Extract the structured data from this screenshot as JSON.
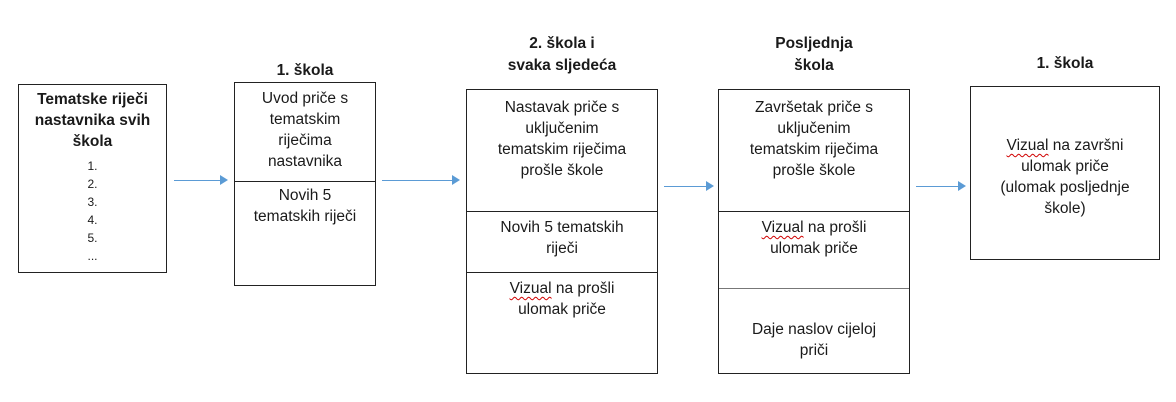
{
  "box1": {
    "title_lines": [
      "Tematske riječi",
      "nastavnika svih",
      "škola"
    ],
    "list": [
      "1.",
      "2.",
      "3.",
      "4.",
      "5.",
      "..."
    ]
  },
  "box2": {
    "header": "1. škola",
    "section1": [
      "Uvod priče s",
      "tematskim",
      "riječima",
      "nastavnika"
    ],
    "section2": [
      "Novih 5",
      "tematskih riječi"
    ]
  },
  "box3": {
    "header": [
      "2. škola i",
      "svaka sljedeća"
    ],
    "section1": [
      "Nastavak priče s",
      "uključenim",
      "tematskim riječima",
      "prošle škole"
    ],
    "section2": [
      "Novih 5 tematskih",
      "riječi"
    ],
    "section3": {
      "word": "Vizual",
      "rest": " na prošli",
      "line2": "ulomak priče"
    }
  },
  "box4": {
    "header": [
      "Posljednja",
      "škola"
    ],
    "section1": [
      "Završetak priče s",
      "uključenim",
      "tematskim riječima",
      "prošle škole"
    ],
    "section2": {
      "word": "Vizual",
      "rest": " na prošli",
      "line2": "ulomak priče"
    },
    "section3": [
      "Daje naslov cijeloj",
      "priči"
    ]
  },
  "box5": {
    "header": "1. škola",
    "section1": {
      "word": "Vizual",
      "rest": " na završni",
      "lines": [
        "ulomak priče",
        "(ulomak posljednje",
        "škole)"
      ]
    }
  },
  "colors": {
    "arrow": "#5b9bd5",
    "border": "#222222",
    "spellcheck": "#d00000"
  }
}
